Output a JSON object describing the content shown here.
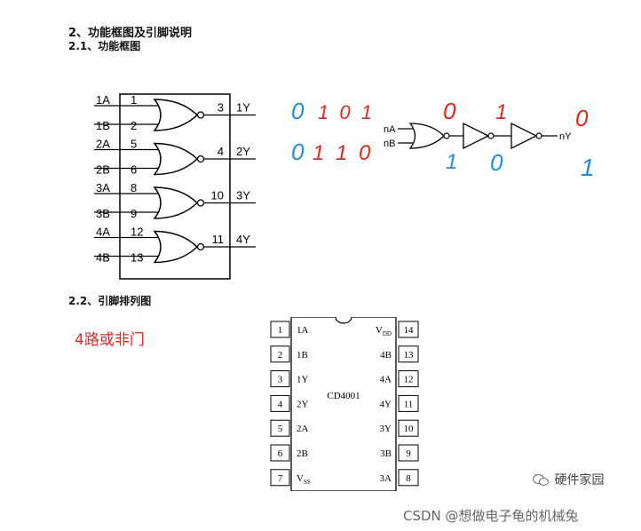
{
  "headings": {
    "section": "2、功能框图及引脚说明",
    "block_diagram": "2.1、功能框图",
    "pinout": "2.2、引脚排列图"
  },
  "annotation": "4路或非门",
  "block_diagram": {
    "gates": [
      {
        "in_a": "1A",
        "pin_a": "1",
        "in_b": "1B",
        "pin_b": "2",
        "out_pin": "3",
        "out": "1Y"
      },
      {
        "in_a": "2A",
        "pin_a": "5",
        "in_b": "2B",
        "pin_b": "6",
        "out_pin": "4",
        "out": "2Y"
      },
      {
        "in_a": "3A",
        "pin_a": "8",
        "in_b": "3B",
        "pin_b": "9",
        "out_pin": "10",
        "out": "3Y"
      },
      {
        "in_a": "4A",
        "pin_a": "12",
        "in_b": "4B",
        "pin_b": "13",
        "out_pin": "11",
        "out": "4Y"
      }
    ]
  },
  "logic_diagram": {
    "in_a": "nA",
    "in_b": "nB",
    "out": "nY"
  },
  "handwriting": {
    "blue_top": "0",
    "red_top": "1 0 1",
    "blue_bottom": "0",
    "red_bottom": "1 1 0",
    "red_nor_out": "0",
    "red_inv1_out": "1",
    "red_out": "0",
    "blue_nor_out": "1",
    "blue_inv1_out": "0",
    "blue_out": "1"
  },
  "pinout": {
    "chip_label": "CD4001",
    "left_pins": [
      {
        "num": "1",
        "name": "1A"
      },
      {
        "num": "2",
        "name": "1B"
      },
      {
        "num": "3",
        "name": "1Y"
      },
      {
        "num": "4",
        "name": "2Y"
      },
      {
        "num": "5",
        "name": "2A"
      },
      {
        "num": "6",
        "name": "2B"
      },
      {
        "num": "7",
        "name": "V",
        "sub": "SS"
      }
    ],
    "right_pins": [
      {
        "num": "14",
        "name": "V",
        "sub": "DD"
      },
      {
        "num": "13",
        "name": "4B"
      },
      {
        "num": "12",
        "name": "4A"
      },
      {
        "num": "11",
        "name": "4Y"
      },
      {
        "num": "10",
        "name": "3Y"
      },
      {
        "num": "9",
        "name": "3B"
      },
      {
        "num": "8",
        "name": "3A"
      }
    ]
  },
  "watermarks": {
    "brand": "硬件家园",
    "brand_icon": "wechat-icon",
    "csdn": "CSDN @想做电子龟的机械兔"
  },
  "colors": {
    "ink_red": "#e8261c",
    "ink_blue": "#1e8fe0"
  }
}
